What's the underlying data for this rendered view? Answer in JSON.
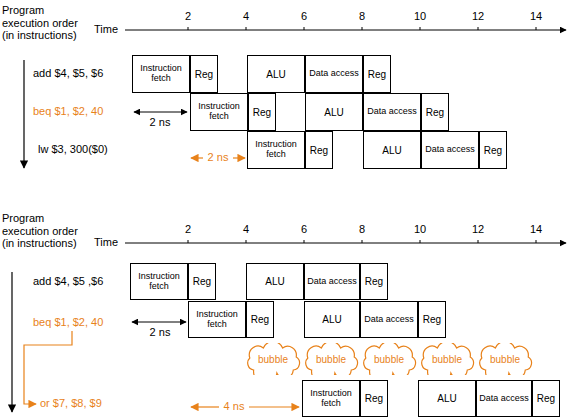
{
  "diagram": {
    "nodes": [
      {
        "text": [
          "Instruction fetch"
        ]
      },
      {
        "text": [
          "Reg"
        ]
      },
      {
        "text": [
          "ALU"
        ]
      },
      {
        "text": [
          "Data access"
        ]
      },
      {
        "text": [
          "Reg"
        ]
      },
      {
        "text": [
          "Instruction fetch"
        ]
      },
      {
        "text": [
          "Reg"
        ]
      },
      {
        "text": [
          "ALU"
        ]
      },
      {
        "text": [
          "Data access"
        ]
      },
      {
        "text": [
          "Reg"
        ]
      },
      {
        "text": [
          "Instruction fetch"
        ]
      },
      {
        "text": [
          "Reg"
        ]
      },
      {
        "text": [
          "ALU"
        ]
      },
      {
        "text": [
          "Data access"
        ]
      },
      {
        "text": [
          "Reg"
        ]
      },
      {
        "text": [
          "Instruction fetch"
        ]
      },
      {
        "text": [
          "Reg"
        ]
      },
      {
        "text": [
          "ALU"
        ]
      },
      {
        "text": [
          "Data access"
        ]
      },
      {
        "text": [
          "Reg"
        ]
      },
      {
        "text": [
          "Instruction fetch"
        ]
      },
      {
        "text": [
          "Reg"
        ]
      },
      {
        "text": [
          "ALU"
        ]
      },
      {
        "text": [
          "Data access"
        ]
      },
      {
        "text": [
          "Reg"
        ]
      },
      {
        "text": [
          "bubble"
        ]
      },
      {
        "text": [
          "bubble"
        ]
      },
      {
        "text": [
          "bubble"
        ]
      },
      {
        "text": [
          "bubble"
        ]
      },
      {
        "text": [
          "bubble"
        ]
      },
      {
        "text": [
          "Instruction fetch"
        ]
      },
      {
        "text": [
          "Reg"
        ]
      },
      {
        "text": [
          "ALU"
        ]
      },
      {
        "text": [
          "Data access"
        ]
      },
      {
        "text": [
          "Reg"
        ]
      }
    ],
    "labels": [
      "Program execution order (in instructions)",
      "Time",
      "2",
      "4",
      "6",
      "8",
      "10",
      "12",
      "14",
      "add $4, $5, $6",
      "beq $1, $2, 40",
      "lw $3, 300($0)",
      "2 ns",
      "2 ns",
      "Program execution order (in instructions)",
      "Time",
      "2",
      "4",
      "6",
      "8",
      "10",
      "12",
      "14",
      "add $4, $5 ,$6",
      "beq $1, $2, 40",
      "or $7, $8, $9",
      "2 ns",
      "4 ns"
    ]
  }
}
